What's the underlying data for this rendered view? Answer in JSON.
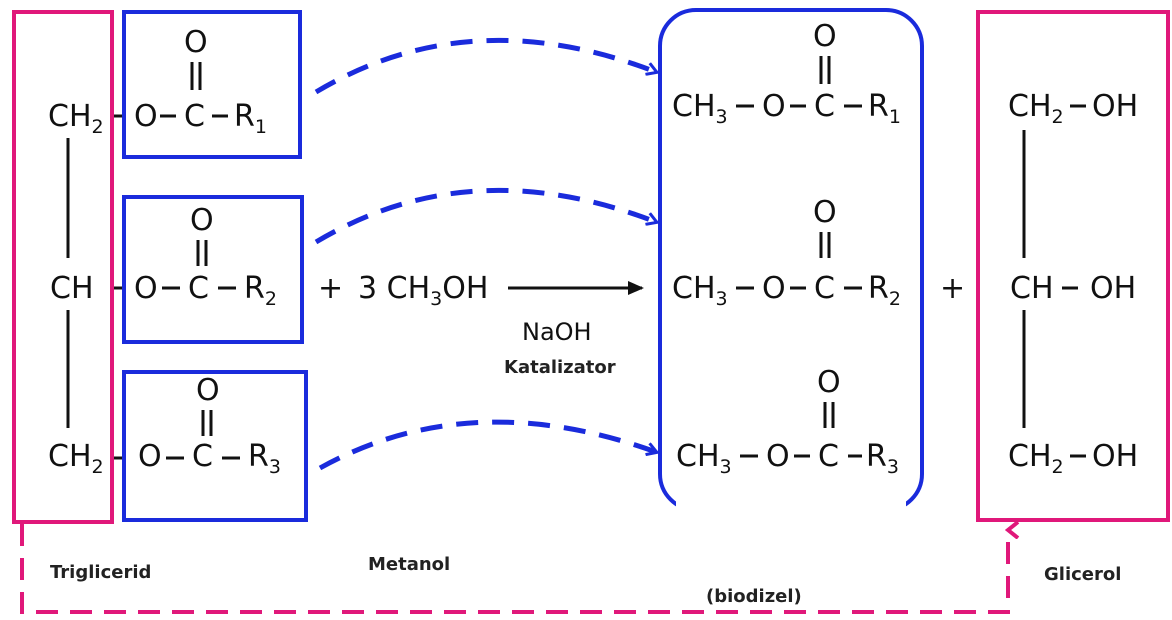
{
  "triglyceride": {
    "ch2_top": "CH",
    "ch_mid": "CH",
    "ch2_bot": "CH",
    "sub2": "2",
    "label": "Triglicerid"
  },
  "esters": [
    {
      "o": "O",
      "c": "C",
      "r": "R",
      "rsub": "1"
    },
    {
      "o": "O",
      "c": "C",
      "r": "R",
      "rsub": "2"
    },
    {
      "o": "O",
      "c": "C",
      "r": "R",
      "rsub": "3"
    }
  ],
  "reagent": {
    "plus": "+",
    "text": "3 CH",
    "sub": "3",
    "tail": "OH",
    "label": "Metanol"
  },
  "catalyst": {
    "name": "NaOH",
    "label": "Katalizator"
  },
  "biodiesel": {
    "ch3": "CH",
    "sub3": "3",
    "o": "O",
    "c": "C",
    "r": "R",
    "rsubs": [
      "1",
      "2",
      "3"
    ],
    "label": "(biodizel)"
  },
  "plus2": "+",
  "glycerol": {
    "ch2": "CH",
    "ch": "CH",
    "sub2": "2",
    "oh": "OH",
    "label": "Glicerol"
  },
  "colors": {
    "pink": "#e0187a",
    "blue": "#1a2bdc",
    "ink": "#111111"
  }
}
